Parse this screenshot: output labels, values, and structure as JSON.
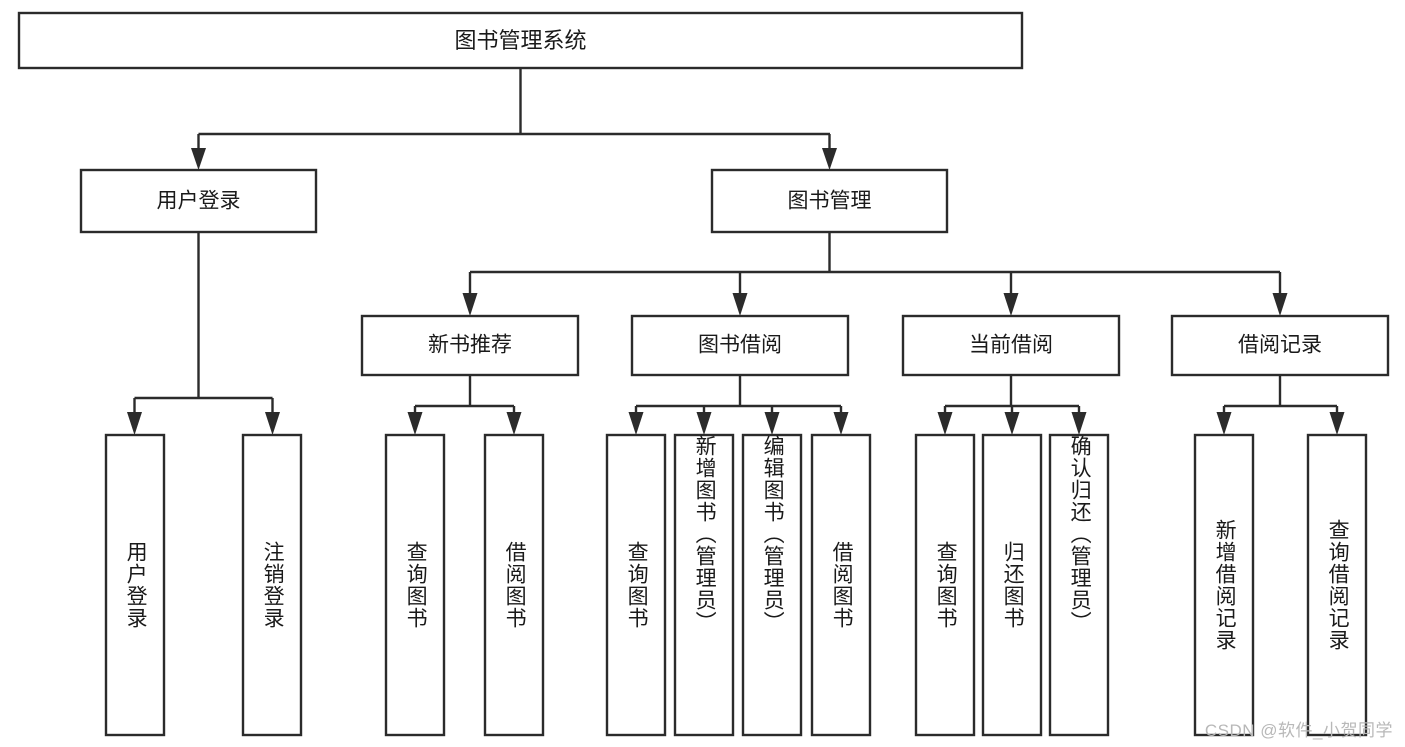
{
  "diagram": {
    "type": "hierarchy-tree",
    "title": "图书管理系统",
    "watermark": "CSDN @软件_小贺同学",
    "colors": {
      "stroke": "#2b2b2b",
      "fill": "#ffffff",
      "text": "#1a1a1a",
      "watermark": "#b8b8b8"
    },
    "levels": [
      {
        "level": 1,
        "nodes": [
          {
            "id": "root",
            "label": "图书管理系统",
            "orientation": "horizontal"
          }
        ]
      },
      {
        "level": 2,
        "nodes": [
          {
            "id": "user-login",
            "label": "用户登录",
            "orientation": "horizontal",
            "parent": "root"
          },
          {
            "id": "book-manage",
            "label": "图书管理",
            "orientation": "horizontal",
            "parent": "root"
          }
        ]
      },
      {
        "level": 3,
        "nodes": [
          {
            "id": "new-book-rec",
            "label": "新书推荐",
            "orientation": "horizontal",
            "parent": "book-manage"
          },
          {
            "id": "book-borrow",
            "label": "图书借阅",
            "orientation": "horizontal",
            "parent": "book-manage"
          },
          {
            "id": "current-borrow",
            "label": "当前借阅",
            "orientation": "horizontal",
            "parent": "book-manage"
          },
          {
            "id": "borrow-record",
            "label": "借阅记录",
            "orientation": "horizontal",
            "parent": "book-manage"
          }
        ]
      },
      {
        "level": 4,
        "nodes": [
          {
            "id": "leaf-user-login",
            "label": "用户登录",
            "orientation": "vertical",
            "parent": "user-login"
          },
          {
            "id": "leaf-logout",
            "label": "注销登录",
            "orientation": "vertical",
            "parent": "user-login"
          },
          {
            "id": "leaf-query-book-1",
            "label": "查询图书",
            "orientation": "vertical",
            "parent": "new-book-rec"
          },
          {
            "id": "leaf-borrow-book-1",
            "label": "借阅图书",
            "orientation": "vertical",
            "parent": "new-book-rec"
          },
          {
            "id": "leaf-query-book-2",
            "label": "查询图书",
            "orientation": "vertical",
            "parent": "book-borrow"
          },
          {
            "id": "leaf-add-book",
            "label": "新增图书（管理员）",
            "orientation": "vertical",
            "parent": "book-borrow"
          },
          {
            "id": "leaf-edit-book",
            "label": "编辑图书（管理员）",
            "orientation": "vertical",
            "parent": "book-borrow"
          },
          {
            "id": "leaf-borrow-book-2",
            "label": "借阅图书",
            "orientation": "vertical",
            "parent": "book-borrow"
          },
          {
            "id": "leaf-query-book-3",
            "label": "查询图书",
            "orientation": "vertical",
            "parent": "current-borrow"
          },
          {
            "id": "leaf-return-book",
            "label": "归还图书",
            "orientation": "vertical",
            "parent": "current-borrow"
          },
          {
            "id": "leaf-confirm-return",
            "label": "确认归还（管理员）",
            "orientation": "vertical",
            "parent": "current-borrow"
          },
          {
            "id": "leaf-add-record",
            "label": "新增借阅记录",
            "orientation": "vertical",
            "parent": "borrow-record"
          },
          {
            "id": "leaf-query-record",
            "label": "查询借阅记录",
            "orientation": "vertical",
            "parent": "borrow-record"
          }
        ]
      }
    ]
  }
}
